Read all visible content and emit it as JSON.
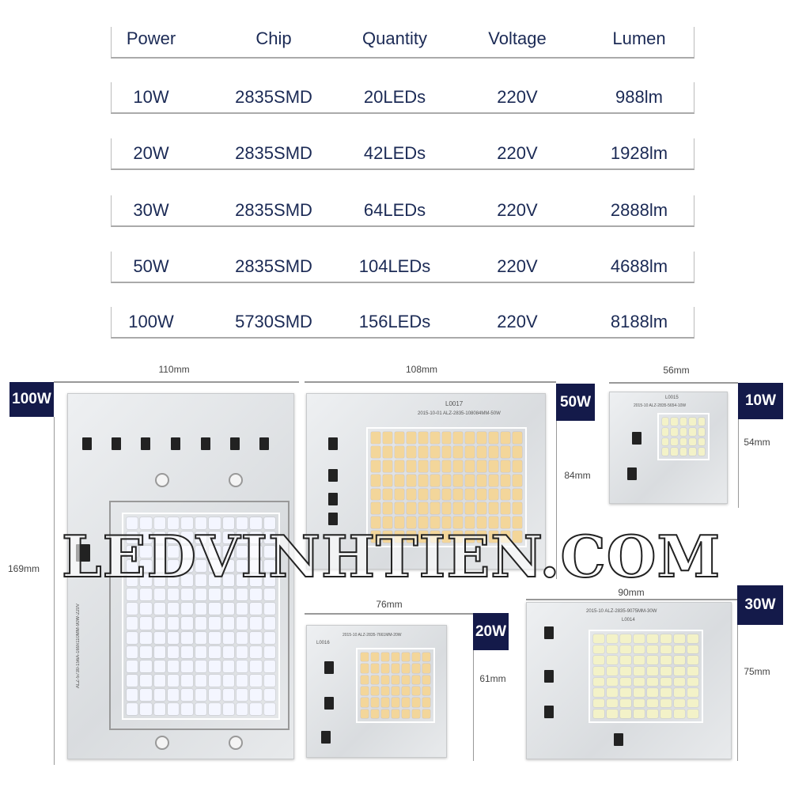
{
  "table": {
    "headers": [
      "Power",
      "Chip",
      "Quantity",
      "Voltage",
      "Lumen"
    ],
    "rows": [
      [
        "10W",
        "2835SMD",
        "20LEDs",
        "220V",
        "988lm"
      ],
      [
        "20W",
        "2835SMD",
        "42LEDs",
        "220V",
        "1928lm"
      ],
      [
        "30W",
        "2835SMD",
        "64LEDs",
        "220V",
        "2888lm"
      ],
      [
        "50W",
        "2835SMD",
        "104LEDs",
        "220V",
        "4688lm"
      ],
      [
        "100W",
        "5730SMD",
        "156LEDs",
        "220V",
        "8188lm"
      ]
    ]
  },
  "boards": {
    "w100": {
      "label": "100W",
      "width": "110mm",
      "height": "169mm",
      "print": "ALZ-5730-156A-169x110MM-90W-220V"
    },
    "w50": {
      "label": "50W",
      "width": "108mm",
      "height": "84mm",
      "code": "L0017",
      "print": "2015-10-01 ALZ-2835-108084MM-50W"
    },
    "w10": {
      "label": "10W",
      "width": "56mm",
      "height": "54mm",
      "code": "L0015",
      "print": "2015-10 ALZ-2835-5654-10W"
    },
    "w20": {
      "label": "20W",
      "width": "76mm",
      "height": "61mm",
      "code": "L0016",
      "print": "2015-10 ALZ-2835-7661MM-20W"
    },
    "w30": {
      "label": "30W",
      "width": "90mm",
      "height": "75mm",
      "code": "L0014",
      "print": "2015-10 ALZ-2835-9075MM-30W"
    }
  },
  "watermark": "LEDVINHTIEN.COM"
}
